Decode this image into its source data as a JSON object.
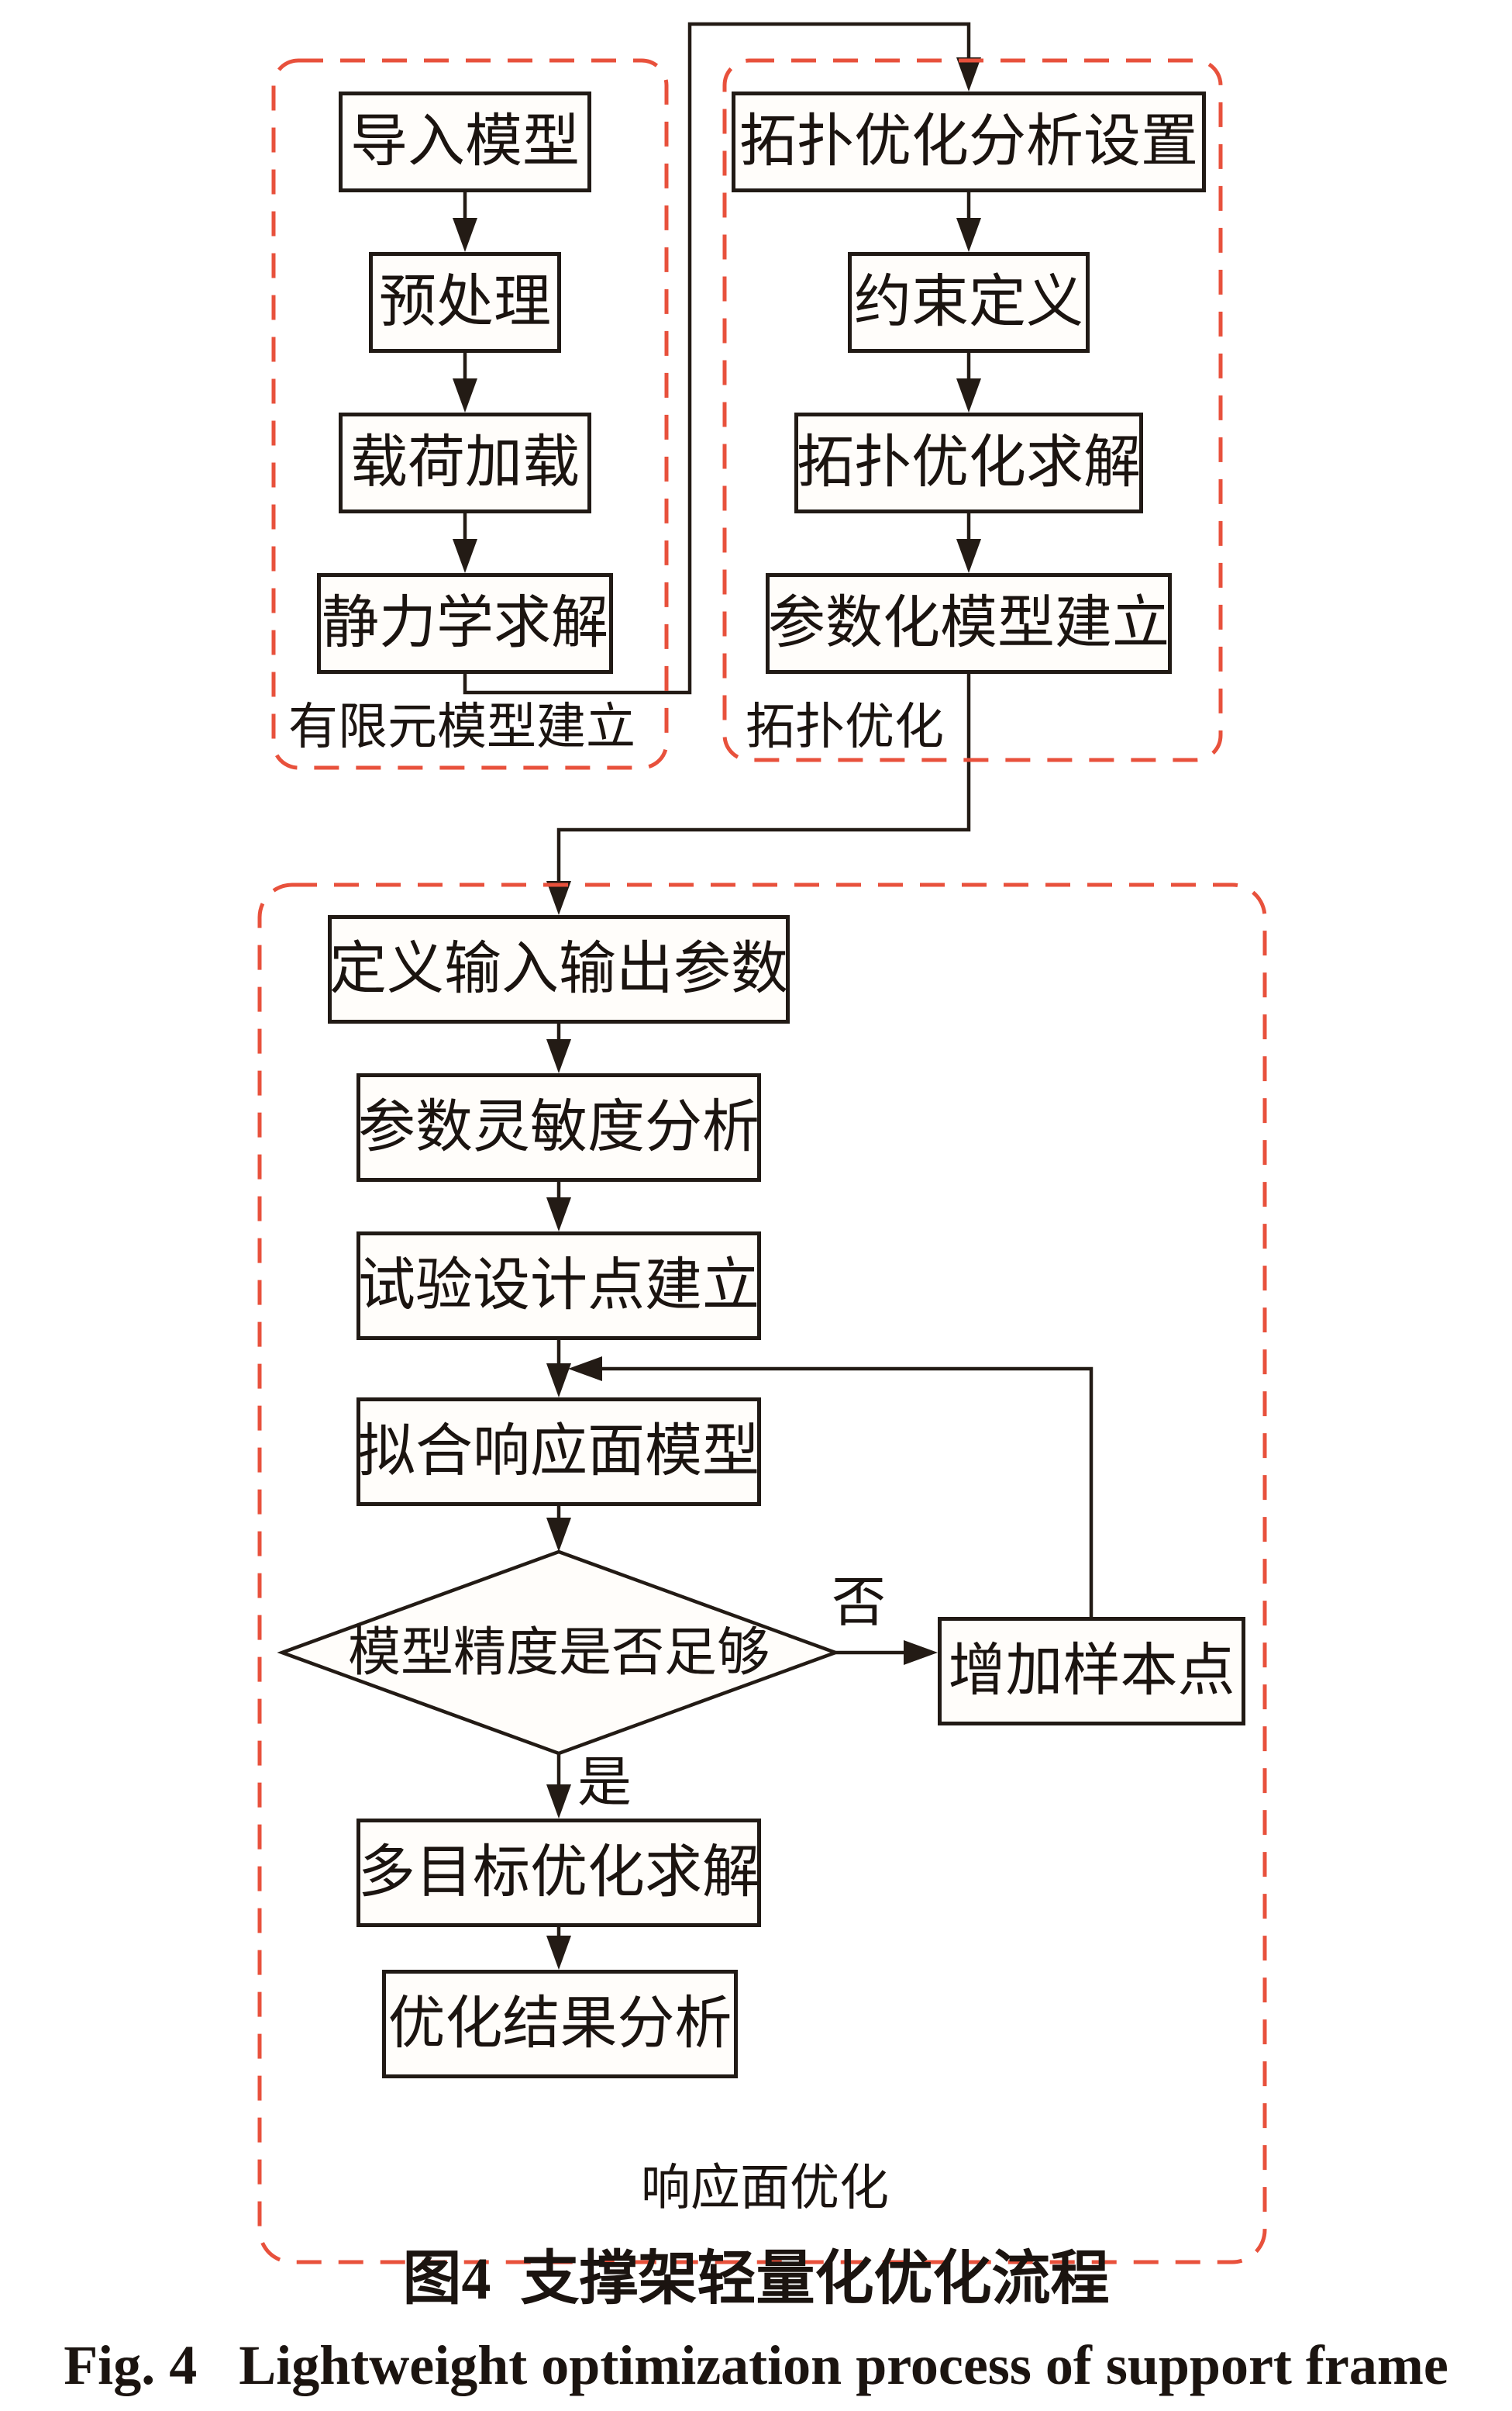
{
  "figure": {
    "caption_zh": "图4  支撑架轻量化优化流程",
    "caption_en": "Fig. 4   Lightweight optimization process of support frame"
  },
  "groups": [
    {
      "label": "有限元模型建立",
      "boxes": [
        "导入模型",
        "预处理",
        "载荷加载",
        "静力学求解"
      ]
    },
    {
      "label": "拓扑优化",
      "boxes": [
        "拓扑优化分析设置",
        "约束定义",
        "拓扑优化求解",
        "参数化模型建立"
      ]
    },
    {
      "label": "响应面优化",
      "boxes": [
        "定义输入输出参数",
        "参数灵敏度分析",
        "试验设计点建立",
        "拟合响应面模型"
      ],
      "decision": "模型精度是否足够",
      "no_label": "否",
      "yes_label": "是",
      "no_box": "增加样本点",
      "after_yes": [
        "多目标优化求解",
        "优化结果分析"
      ]
    }
  ],
  "colors": {
    "dashed_border": "#e8513c",
    "line": "#231b15",
    "box_fill": "#fffdfa"
  }
}
